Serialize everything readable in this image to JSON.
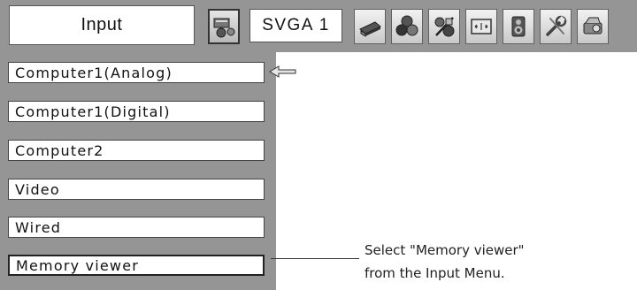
{
  "menu_bar": {
    "title": "Input",
    "mode": "SVGA 1",
    "icons": [
      {
        "name": "input-icon",
        "selected": true
      },
      {
        "name": "pc-adjust-icon"
      },
      {
        "name": "color-adjust-icon"
      },
      {
        "name": "image-adjust-icon"
      },
      {
        "name": "screen-icon"
      },
      {
        "name": "sound-icon"
      },
      {
        "name": "setting-icon"
      },
      {
        "name": "information-icon"
      }
    ]
  },
  "input_menu": {
    "items": [
      {
        "label": "Computer1(Analog)",
        "active": true
      },
      {
        "label": "Computer1(Digital)"
      },
      {
        "label": "Computer2"
      },
      {
        "label": "Video"
      },
      {
        "label": "Wired"
      },
      {
        "label": "Memory viewer",
        "highlighted": true
      }
    ]
  },
  "callout": {
    "line1": "Select \"Memory viewer\"",
    "line2": "from the Input Menu."
  }
}
